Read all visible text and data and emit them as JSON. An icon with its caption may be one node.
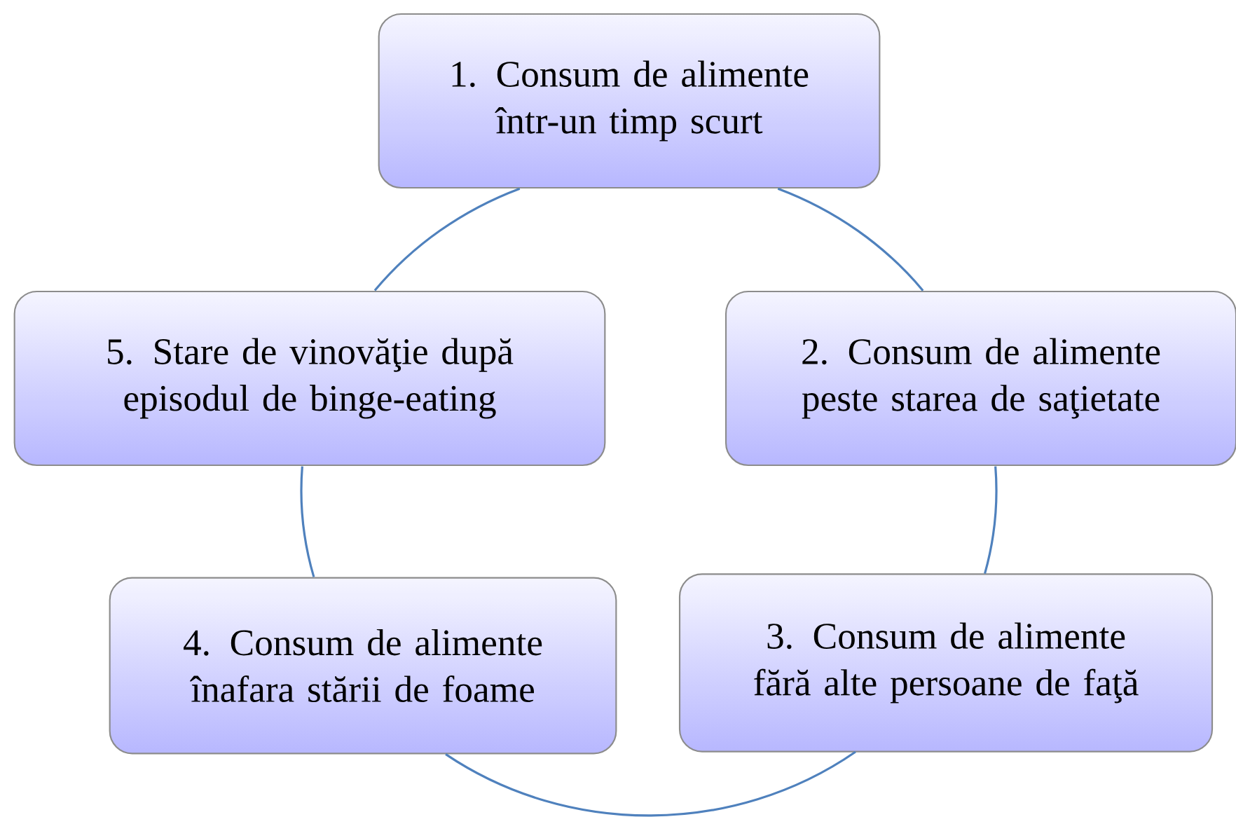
{
  "diagram": {
    "nodes": [
      {
        "text": [
          "1. Consum de alimente într-un timp scurt"
        ]
      },
      {
        "text": [
          "2. Consum de alimente peste starea de saţietate"
        ]
      },
      {
        "text": [
          "3. Consum de alimente fără alte persoane de faţă"
        ]
      },
      {
        "text": [
          "4. Consum de alimente înafara stării de foame"
        ]
      },
      {
        "text": [
          "5. Stare de vinovăţie după episodul de binge-eating"
        ]
      }
    ],
    "edges": [
      {
        "from": 0,
        "to": 1,
        "arrow": "none"
      },
      {
        "from": 1,
        "to": 2,
        "arrow": "none"
      },
      {
        "from": 2,
        "to": 3,
        "arrow": "none"
      },
      {
        "from": 3,
        "to": 4,
        "arrow": "none"
      },
      {
        "from": 4,
        "to": 0,
        "arrow": "none"
      }
    ]
  }
}
